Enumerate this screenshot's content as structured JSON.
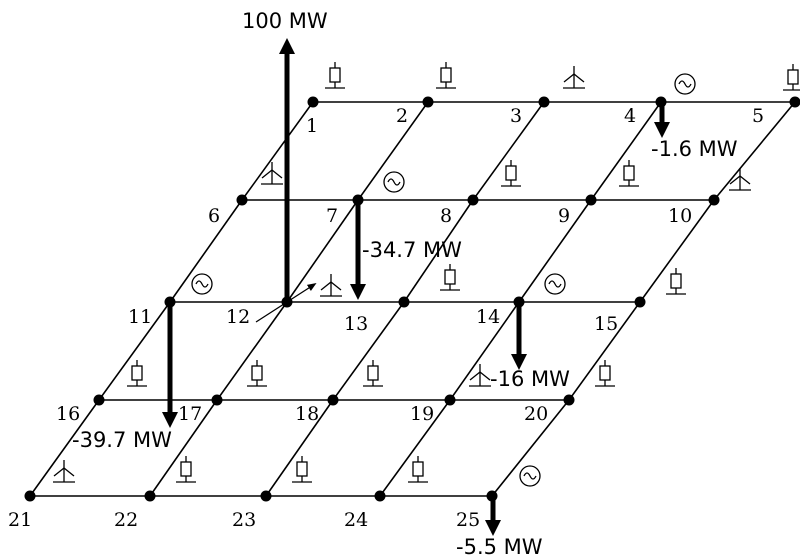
{
  "diagram": {
    "grid_rows": 5,
    "grid_cols": 5,
    "buses": [
      {
        "id": 1,
        "label": "1",
        "symbol": "load"
      },
      {
        "id": 2,
        "label": "2",
        "symbol": "load"
      },
      {
        "id": 3,
        "label": "3",
        "symbol": "wind"
      },
      {
        "id": 4,
        "label": "4",
        "symbol": "generator"
      },
      {
        "id": 5,
        "label": "5",
        "symbol": "load"
      },
      {
        "id": 6,
        "label": "6",
        "symbol": "wind"
      },
      {
        "id": 7,
        "label": "7",
        "symbol": "generator"
      },
      {
        "id": 8,
        "label": "8",
        "symbol": "load"
      },
      {
        "id": 9,
        "label": "9",
        "symbol": "load"
      },
      {
        "id": 10,
        "label": "10",
        "symbol": "wind"
      },
      {
        "id": 11,
        "label": "11",
        "symbol": "generator"
      },
      {
        "id": 12,
        "label": "12",
        "symbol": "wind"
      },
      {
        "id": 13,
        "label": "13",
        "symbol": "load"
      },
      {
        "id": 14,
        "label": "14",
        "symbol": "generator"
      },
      {
        "id": 15,
        "label": "15",
        "symbol": "load"
      },
      {
        "id": 16,
        "label": "16",
        "symbol": "load"
      },
      {
        "id": 17,
        "label": "17",
        "symbol": "load"
      },
      {
        "id": 18,
        "label": "18",
        "symbol": "load"
      },
      {
        "id": 19,
        "label": "19",
        "symbol": "wind"
      },
      {
        "id": 20,
        "label": "20",
        "symbol": "load"
      },
      {
        "id": 21,
        "label": "21",
        "symbol": "wind"
      },
      {
        "id": 22,
        "label": "22",
        "symbol": "load"
      },
      {
        "id": 23,
        "label": "23",
        "symbol": "load"
      },
      {
        "id": 24,
        "label": "24",
        "symbol": "load"
      },
      {
        "id": 25,
        "label": "25",
        "symbol": "generator"
      }
    ],
    "flows": [
      {
        "bus": 12,
        "label": "100 MW",
        "direction": "up"
      },
      {
        "bus": 4,
        "label": "-1.6 MW",
        "direction": "down"
      },
      {
        "bus": 7,
        "label": "-34.7 MW",
        "direction": "down"
      },
      {
        "bus": 14,
        "label": "-16 MW",
        "direction": "down"
      },
      {
        "bus": 11,
        "label": "-39.7 MW",
        "direction": "down"
      },
      {
        "bus": 25,
        "label": "-5.5 MW",
        "direction": "down"
      }
    ]
  }
}
